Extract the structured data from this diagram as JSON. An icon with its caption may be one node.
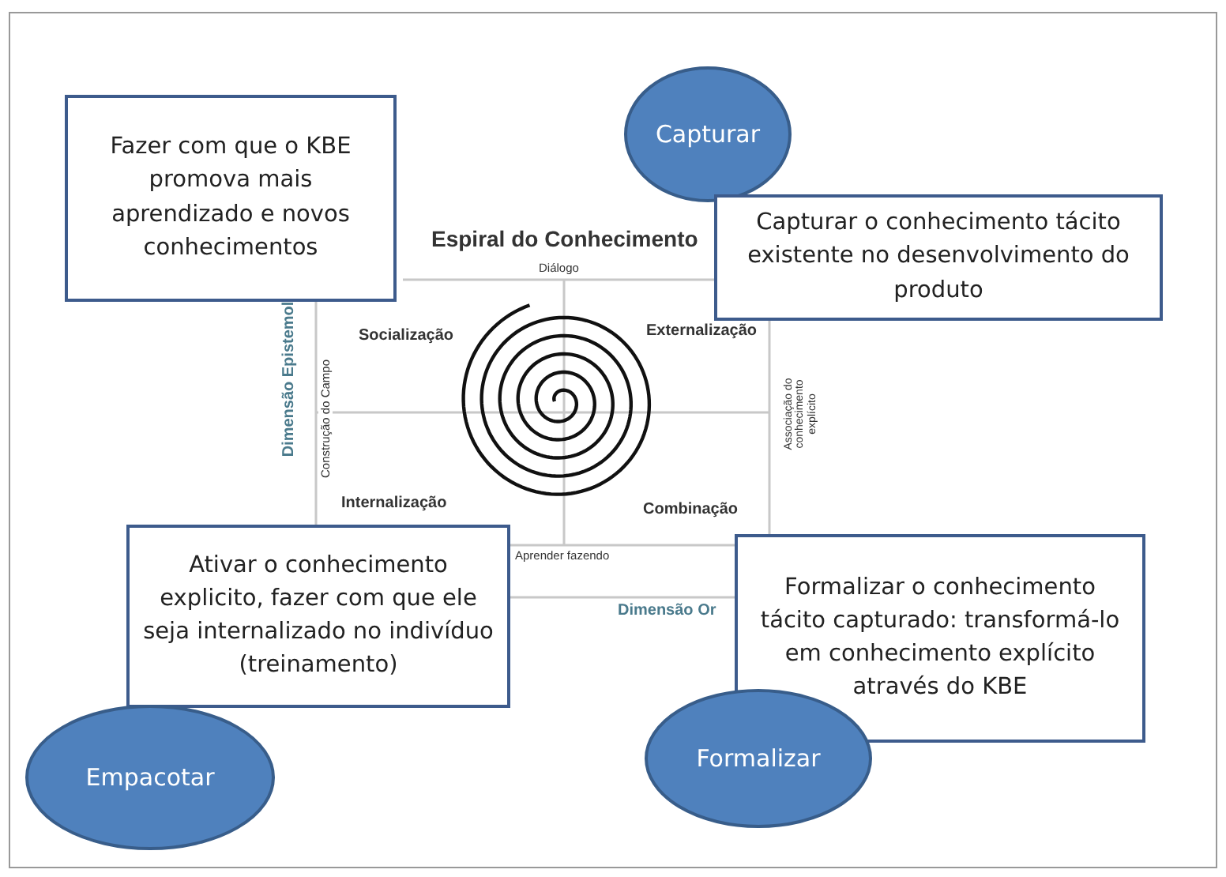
{
  "diagram": {
    "nodes": [
      {
        "text": [
          "Fazer com que o KBE promova mais aprendizado e novos conhecimentos"
        ]
      },
      {
        "text": [
          "Capturar"
        ]
      },
      {
        "text": [
          "Capturar o conhecimento tácito existente no desenvolvimento do produto"
        ]
      },
      {
        "text": [
          "Ativar o conhecimento explicito, fazer com que ele seja internalizado no indivíduo (treinamento)"
        ]
      },
      {
        "text": [
          "Formalizar o conhecimento tácito capturado: transformá-lo em conhecimento explícito através do KBE"
        ]
      },
      {
        "text": [
          "Empacotar"
        ]
      },
      {
        "text": [
          "Formalizar"
        ]
      }
    ],
    "labels": [
      "Espiral do Conhecimento",
      "Diálogo",
      "Socialização",
      "Externalização",
      "Dimensão Epistemol",
      "Construção do Campo",
      "Associação do conhecimento explícito",
      "Internalização",
      "Combinação",
      "Aprender fazendo",
      "Dimensão Or"
    ]
  }
}
